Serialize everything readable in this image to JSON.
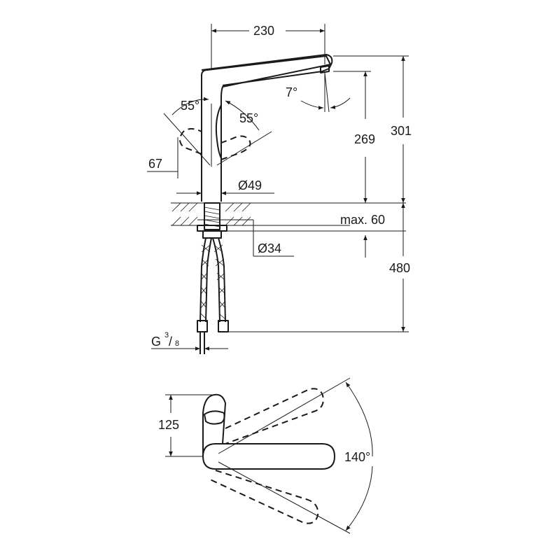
{
  "drawing": {
    "dimensions": {
      "spout_reach": "230",
      "total_height": "301",
      "spout_height": "269",
      "spout_angle": "7°",
      "lever_angle_left": "55°",
      "lever_angle_right": "55°",
      "lever_offset": "67",
      "body_diameter": "Ø49",
      "mount_thickness": "max. 60",
      "hole_diameter": "Ø34",
      "hose_length": "480",
      "connection_prefix": "G",
      "connection_num": "3",
      "connection_den": "8",
      "top_view_depth": "125",
      "swivel_angle": "140°"
    },
    "line_color": "#1a1a1a",
    "background": "#ffffff"
  }
}
